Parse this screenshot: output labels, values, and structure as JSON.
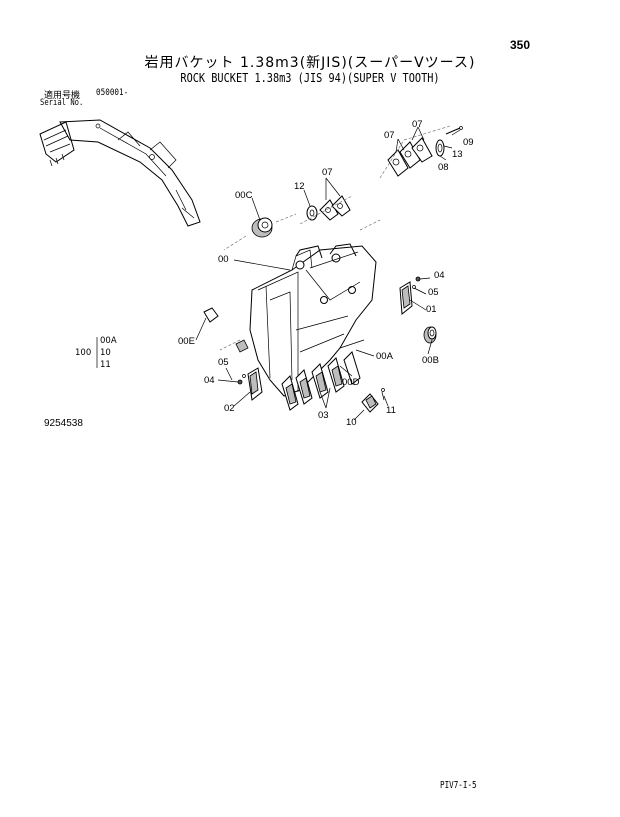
{
  "page": {
    "number": "350",
    "title_jp": "岩用バケット 1.38m3(新JIS)(スーパーVツース)",
    "title_en": "ROCK BUCKET 1.38m3 (JIS 94)(SUPER V TOOTH)",
    "serial_label_jp": "適用号機",
    "serial_label_en": "Serial No.",
    "serial_value": "050001-",
    "qty_header": "100",
    "qty_items": [
      "00A",
      "10",
      "11"
    ],
    "drawing_number": "9254538",
    "footer_code": "PIV7-I-5"
  },
  "callouts": [
    {
      "id": "07a",
      "label": "07"
    },
    {
      "id": "07b",
      "label": "07"
    },
    {
      "id": "09",
      "label": "09"
    },
    {
      "id": "13",
      "label": "13"
    },
    {
      "id": "08",
      "label": "08"
    },
    {
      "id": "07c",
      "label": "07"
    },
    {
      "id": "12",
      "label": "12"
    },
    {
      "id": "00C",
      "label": "00C"
    },
    {
      "id": "00",
      "label": "00"
    },
    {
      "id": "04a",
      "label": "04"
    },
    {
      "id": "05a",
      "label": "05"
    },
    {
      "id": "01",
      "label": "01"
    },
    {
      "id": "00E",
      "label": "00E"
    },
    {
      "id": "00B",
      "label": "00B"
    },
    {
      "id": "00A",
      "label": "00A"
    },
    {
      "id": "00D",
      "label": "00D"
    },
    {
      "id": "05b",
      "label": "05"
    },
    {
      "id": "04b",
      "label": "04"
    },
    {
      "id": "02",
      "label": "02"
    },
    {
      "id": "03",
      "label": "03"
    },
    {
      "id": "11",
      "label": "11"
    },
    {
      "id": "10",
      "label": "10"
    }
  ]
}
